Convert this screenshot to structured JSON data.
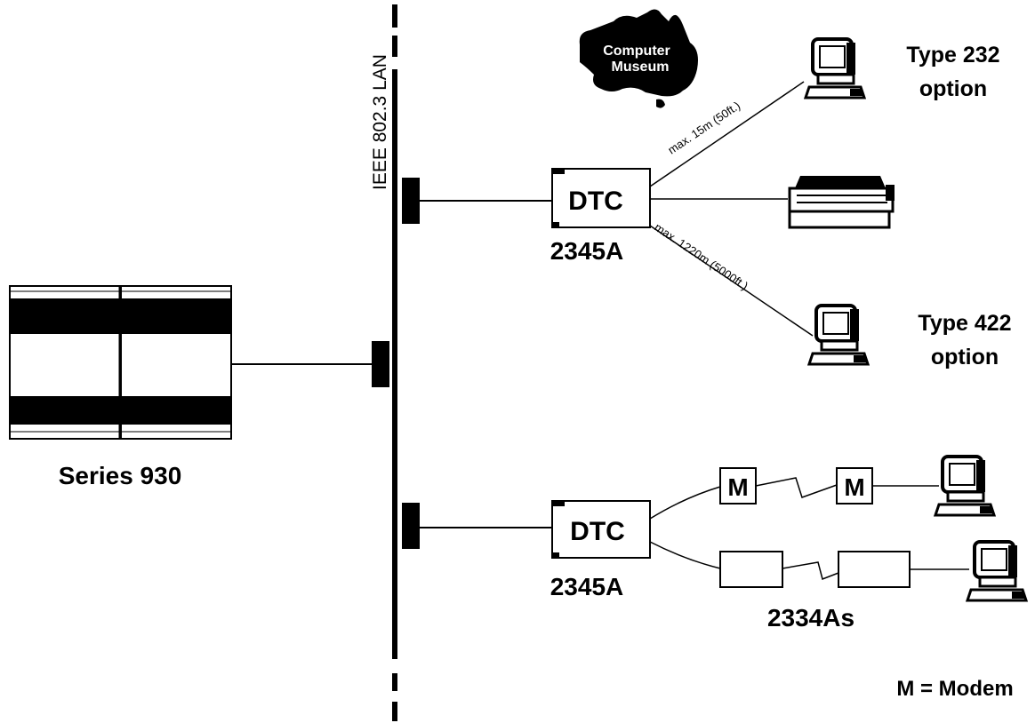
{
  "lan": {
    "label": "IEEE 802.3 LAN"
  },
  "logo": {
    "line1": "Computer",
    "line2": "Museum"
  },
  "host": {
    "label": "Series 930"
  },
  "dtc_top": {
    "box_label": "DTC",
    "model": "2345A"
  },
  "dtc_bottom": {
    "box_label": "DTC",
    "model": "2345A"
  },
  "links": {
    "rs232": "max. 15m (50ft.)",
    "rs422": "max. 1220m (5000ft.)"
  },
  "options": {
    "type232_line1": "Type 232",
    "type232_line2": "option",
    "type422_line1": "Type 422",
    "type422_line2": "option"
  },
  "modem": {
    "letter": "M",
    "legend": "M = Modem"
  },
  "line_driver": {
    "label": "2334As"
  }
}
